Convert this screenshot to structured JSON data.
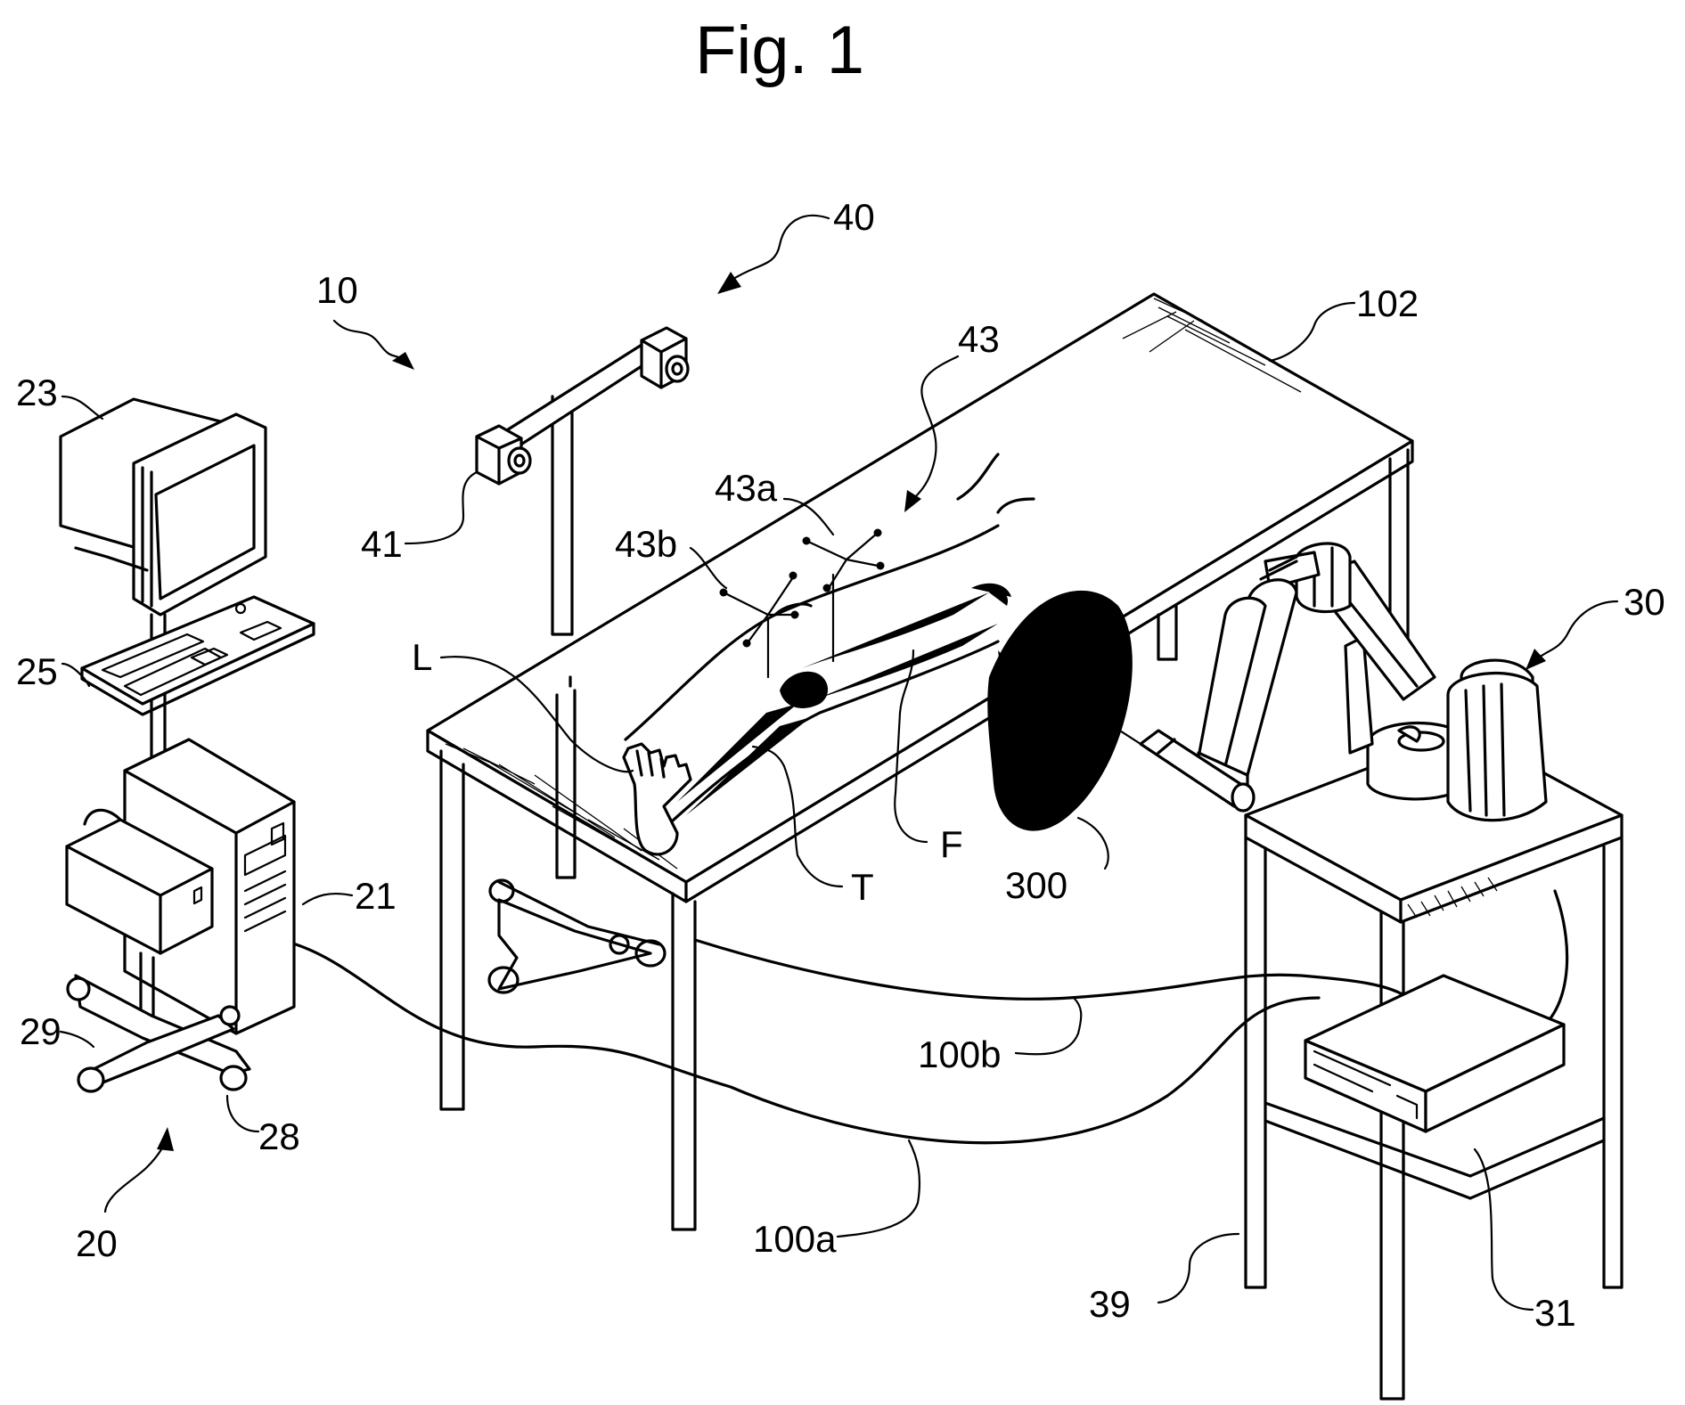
{
  "figure_title": "Fig. 1",
  "reference_labels": {
    "system": "10",
    "computer_station": "20",
    "computer": "21",
    "monitor": "23",
    "keyboard": "25",
    "caster": "28",
    "cart_base": "29",
    "robot_system": "30",
    "robot_controller": "31",
    "robot_table": "39",
    "tracking_system": "40",
    "camera": "41",
    "tracker_array": "43",
    "tracker_a": "43a",
    "tracker_b": "43b",
    "cable_a": "100a",
    "cable_b": "100b",
    "operating_table": "102",
    "target_plane": "300",
    "leg": "L",
    "tibia": "T",
    "femur": "F"
  }
}
